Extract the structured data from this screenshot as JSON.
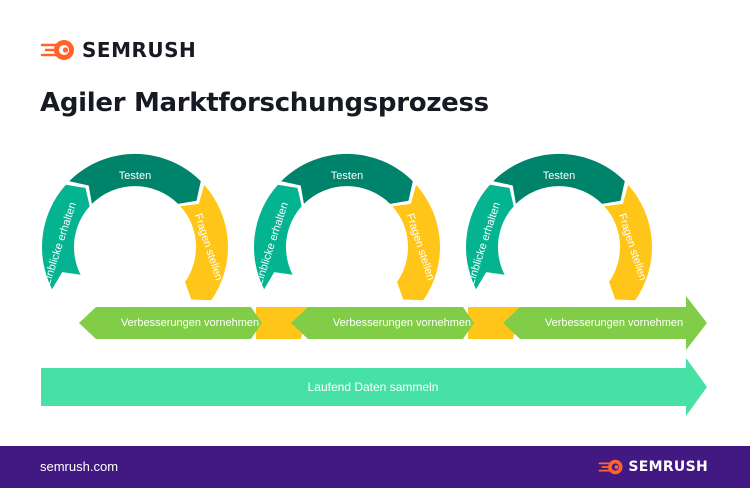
{
  "brand": {
    "name": "SEMRUSH",
    "orange": "#ff642d"
  },
  "title": "Agiler Marktforschungsprozess",
  "cycle": {
    "top_label": "Testen",
    "right_label": "Fragen stellen",
    "left_label": "Einblicke erhalten",
    "bottom_label": "Verbesserungen vornehmen"
  },
  "cycles": [
    {
      "name": "cycle-1"
    },
    {
      "name": "cycle-2"
    },
    {
      "name": "cycle-3"
    }
  ],
  "base_arrow": {
    "label": "Laufend Daten sammeln"
  },
  "colors": {
    "dark_teal": "#00836b",
    "teal": "#04b491",
    "yellow": "#ffc619",
    "green": "#82cd47",
    "mint": "#48e1a5",
    "footer": "#421983"
  },
  "footer": {
    "url": "semrush.com",
    "brand": "SEMRUSH"
  }
}
